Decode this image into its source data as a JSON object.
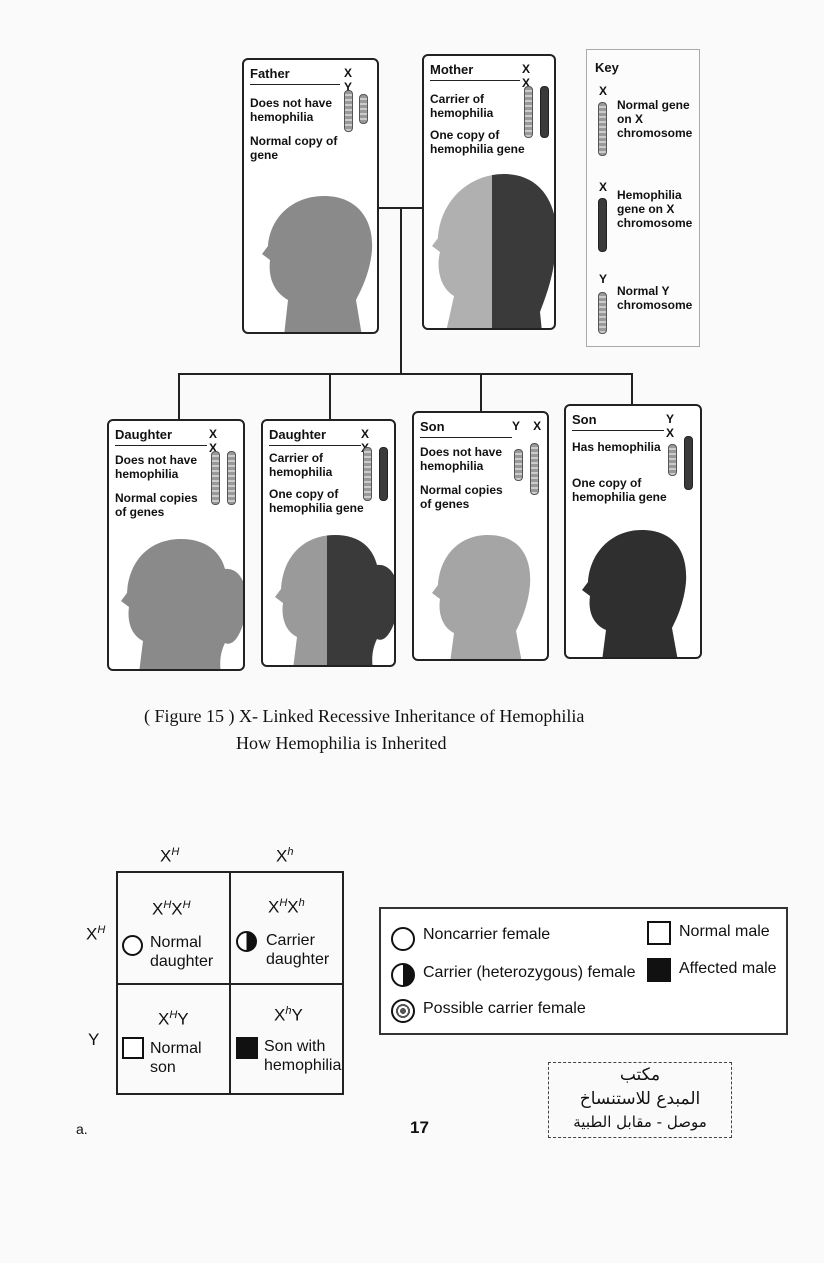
{
  "pedigree": {
    "father": {
      "title": "Father",
      "chromosomes": "X Y",
      "line1": "Does not have hemophilia",
      "line2": "Normal copy of gene"
    },
    "mother": {
      "title": "Mother",
      "chromosomes": "X X",
      "line1": "Carrier of hemophilia",
      "line2": "One copy of hemophilia gene"
    },
    "daughter1": {
      "title": "Daughter",
      "chromosomes": "X X",
      "line1": "Does not have hemophilia",
      "line2": "Normal copies of genes"
    },
    "daughter2": {
      "title": "Daughter",
      "chromosomes": "X X",
      "line1": "Carrier of hemophilia",
      "line2": "One copy of hemophilia gene"
    },
    "son1": {
      "title": "Son",
      "chromosomes": "Y X",
      "line1": "Does not have hemophilia",
      "line2": "Normal copies of genes"
    },
    "son2": {
      "title": "Son",
      "chromosomes": "Y X",
      "line1": "Has hemophilia",
      "line2": "One copy of hemophilia gene"
    }
  },
  "key": {
    "title": "Key",
    "items": [
      {
        "letter": "X",
        "text": "Normal gene on X chromosome"
      },
      {
        "letter": "X",
        "text": "Hemophilia gene on X chromosome"
      },
      {
        "letter": "Y",
        "text": "Normal Y chromosome"
      }
    ]
  },
  "caption": {
    "line1": "( Figure 15 ) X- Linked Recessive Inheritance of Hemophilia",
    "line2": "How Hemophilia is Inherited"
  },
  "punnett": {
    "col1": "X",
    "col1_sup": "H",
    "col2": "X",
    "col2_sup": "h",
    "row1": "X",
    "row1_sup": "H",
    "row2": "Y",
    "cells": [
      {
        "geno_a": "X",
        "sup_a": "H",
        "geno_b": "X",
        "sup_b": "H",
        "label1": "Normal",
        "label2": "daughter"
      },
      {
        "geno_a": "X",
        "sup_a": "H",
        "geno_b": "X",
        "sup_b": "h",
        "label1": "Carrier",
        "label2": "daughter"
      },
      {
        "geno_a": "X",
        "sup_a": "H",
        "geno_b": "Y",
        "sup_b": "",
        "label1": "Normal",
        "label2": "son"
      },
      {
        "geno_a": "X",
        "sup_a": "h",
        "geno_b": "Y",
        "sup_b": "",
        "label1": "Son with",
        "label2": "hemophilia"
      }
    ]
  },
  "legend": {
    "noncarrier": "Noncarrier female",
    "carrier": "Carrier (heterozygous) female",
    "possible": "Possible carrier female",
    "normal_male": "Normal male",
    "affected_male": "Affected male"
  },
  "footer": {
    "left": "a.",
    "page": "17"
  },
  "stamp": {
    "line1": "مكتب",
    "line2": "المبدع للاستنساخ",
    "line3": "موصل - مقابل الطبية"
  },
  "colors": {
    "dark": "#3a3a3a",
    "light": "#9a9a9a"
  }
}
